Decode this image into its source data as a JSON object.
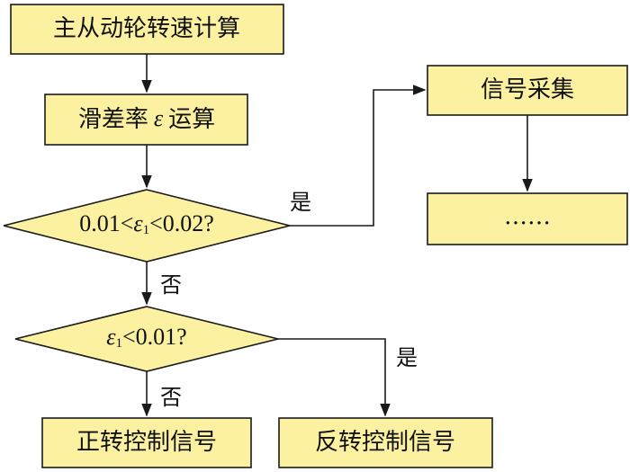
{
  "colors": {
    "node_fill": "#fbf1a1",
    "stroke": "#1a1a1a",
    "text": "#111111"
  },
  "nodes": {
    "speed_calc": "主从动轮转速计算",
    "slip_prefix": "滑差率",
    "slip_symbol": "ε",
    "slip_suffix": "运算",
    "cond1_left": "0.01<",
    "cond1_eps": "ε",
    "cond1_sub": "1",
    "cond1_right": "<0.02?",
    "signal_collect": "信号采集",
    "ellipsis": "……",
    "cond2_eps": "ε",
    "cond2_sub": "1",
    "cond2_right": "<0.01?",
    "forward_signal": "正转控制信号",
    "reverse_signal": "反转控制信号"
  },
  "edge_labels": {
    "cond1_yes": "是",
    "cond1_no": "否",
    "cond2_yes": "是",
    "cond2_no": "否"
  }
}
